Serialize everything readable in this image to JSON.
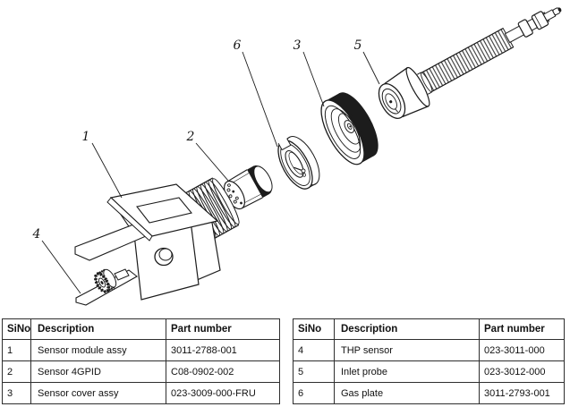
{
  "diagram": {
    "callouts": [
      {
        "label": "1"
      },
      {
        "label": "2"
      },
      {
        "label": "3"
      },
      {
        "label": "4"
      },
      {
        "label": "5"
      },
      {
        "label": "6"
      }
    ]
  },
  "parts_tables": [
    {
      "headers": [
        "SiNo",
        "Description",
        "Part number"
      ],
      "rows": [
        [
          "1",
          "Sensor module assy",
          "3011-2788-001"
        ],
        [
          "2",
          "Sensor 4GPID",
          "C08-0902-002"
        ],
        [
          "3",
          "Sensor cover assy",
          "023-3009-000-FRU"
        ]
      ]
    },
    {
      "headers": [
        "SiNo",
        "Description",
        "Part number"
      ],
      "rows": [
        [
          "4",
          "THP sensor",
          "023-3011-000"
        ],
        [
          "5",
          "Inlet probe",
          "023-3012-000"
        ],
        [
          "6",
          "Gas plate",
          "3011-2793-001"
        ]
      ]
    }
  ],
  "colors": {
    "line": "#1c1c1c",
    "table_border": "#2e2e2e",
    "background": "#ffffff"
  }
}
